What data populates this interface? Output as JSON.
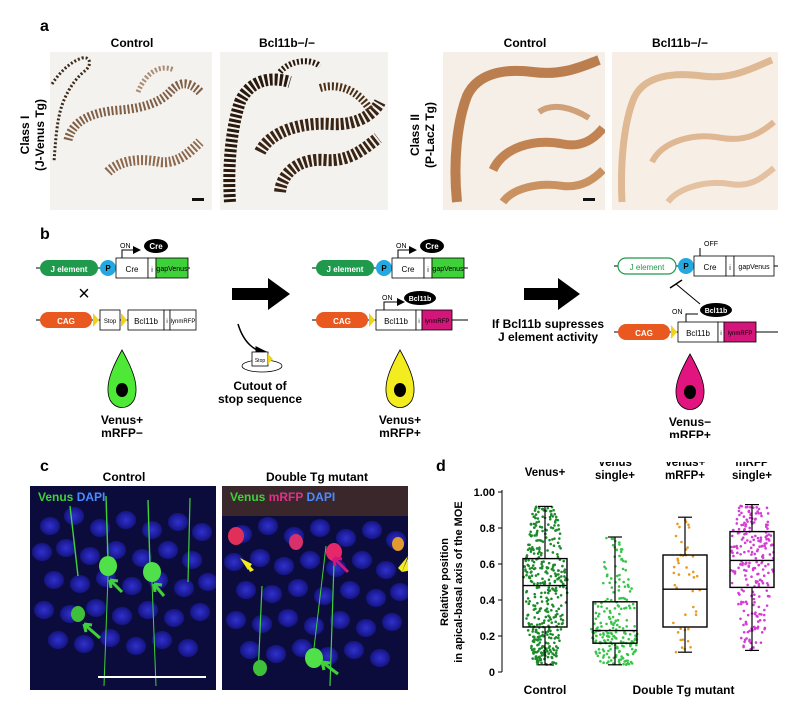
{
  "panels": {
    "a": "a",
    "b": "b",
    "c": "c",
    "d": "d"
  },
  "panel_a": {
    "col_control": "Control",
    "col_mutant": "Bcl11b−/−",
    "class1_line1": "Class I",
    "class1_line2": "(J-Venus Tg)",
    "class2_line1": "Class II",
    "class2_line2": "(P-LacZ Tg)"
  },
  "panel_b": {
    "j_element": "J element",
    "p": "P",
    "cre": "Cre",
    "i": "i",
    "gapvenus": "gapVenus",
    "on": "ON",
    "off": "OFF",
    "cag": "CAG",
    "stop": "Stop",
    "bcl11b": "Bcl11b",
    "lynmrfp": "lynmRFP",
    "cross": "×",
    "cutout_line1": "Cutout of",
    "cutout_line2": "stop sequence",
    "cond_line1": "If Bcl11b supresses",
    "cond_line2": "J element activity",
    "cell1_line1": "Venus+",
    "cell1_line2": "mRFP−",
    "cell2_line1": "Venus+",
    "cell2_line2": "mRFP+",
    "cell3_line1": "Venus−",
    "cell3_line2": "mRFP+"
  },
  "panel_c": {
    "title_control": "Control",
    "title_mutant": "Double Tg mutant",
    "ctrl_venus": "Venus",
    "ctrl_dapi": "DAPI",
    "mut_venus": "Venus",
    "mut_mrfp": "mRFP",
    "mut_dapi": "DAPI"
  },
  "colors": {
    "venus_green": "#3fd13a",
    "mrfp_magenta": "#d4157a",
    "yellow_cell": "#f3ec1e",
    "dapi_blue": "#2a2ad0",
    "j_green": "#1f9a4c",
    "cag_orange": "#e8581f",
    "p_blue": "#23a8e0",
    "dot_green_dark": "#1c8a2a",
    "dot_green": "#39c44a",
    "dot_orange": "#e69a24",
    "dot_magenta": "#d43cd4"
  },
  "chart_data": {
    "type": "box",
    "ylabel_line1": "Relative position",
    "ylabel_line2": "in apical-basal axis of the MOE",
    "ylim": [
      0,
      1.0
    ],
    "yticks": [
      "0",
      "0.2",
      "0.4",
      "0.6",
      "0.8",
      "1.00"
    ],
    "categories": [
      "Venus+",
      "Venus single+",
      "Venus+ mRFP+",
      "mRFP single+"
    ],
    "cat_labels": [
      [
        "Venus+"
      ],
      [
        "Venus",
        "single+"
      ],
      [
        "Venus+",
        "mRFP+"
      ],
      [
        "mRFP",
        "single+"
      ]
    ],
    "group_labels": [
      "Control",
      "Double Tg mutant"
    ],
    "boxes": [
      {
        "name": "Venus+",
        "min": 0.04,
        "q1": 0.25,
        "median": 0.48,
        "q3": 0.63,
        "max": 0.92,
        "n": 420
      },
      {
        "name": "Venus single+",
        "min": 0.04,
        "q1": 0.16,
        "median": 0.23,
        "q3": 0.39,
        "max": 0.75,
        "n": 220
      },
      {
        "name": "Venus+ mRFP+",
        "min": 0.11,
        "q1": 0.25,
        "median": 0.46,
        "q3": 0.65,
        "max": 0.86,
        "n": 45
      },
      {
        "name": "mRFP single+",
        "min": 0.12,
        "q1": 0.47,
        "median": 0.62,
        "q3": 0.78,
        "max": 0.93,
        "n": 240
      }
    ]
  }
}
